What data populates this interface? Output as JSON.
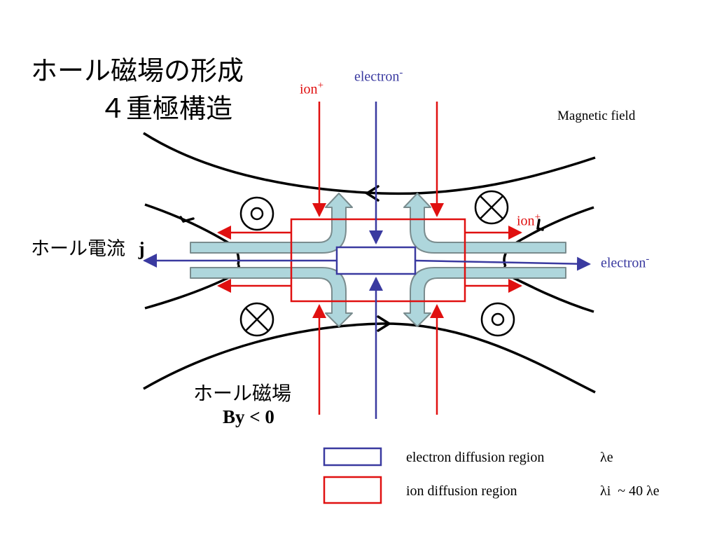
{
  "title": {
    "line1": "ホール磁場の形成",
    "line2": "４重極構造"
  },
  "labels": {
    "ion_top": "ion",
    "ion_top_sup": "+",
    "electron_top": "electron",
    "electron_top_sup": "-",
    "magnetic_field": "Magnetic field",
    "ion_right": "ion",
    "ion_right_sup": "+",
    "electron_right": "electron",
    "electron_right_sup": "-",
    "hall_current": "ホール電流",
    "hall_current_symbol": "j",
    "hall_field": "ホール磁場",
    "hall_field_value": "By < 0"
  },
  "legend": {
    "items": [
      {
        "name": "electron diffusion region",
        "scale": "λe",
        "color": "#3a3aa0"
      },
      {
        "name": "ion diffusion region",
        "scale": "λi  ~ 40 λe",
        "color": "#e01010"
      }
    ]
  },
  "colors": {
    "ion": "#e01010",
    "electron": "#3a3aa0",
    "outflow": "#aed6dc",
    "field": "#000000"
  }
}
